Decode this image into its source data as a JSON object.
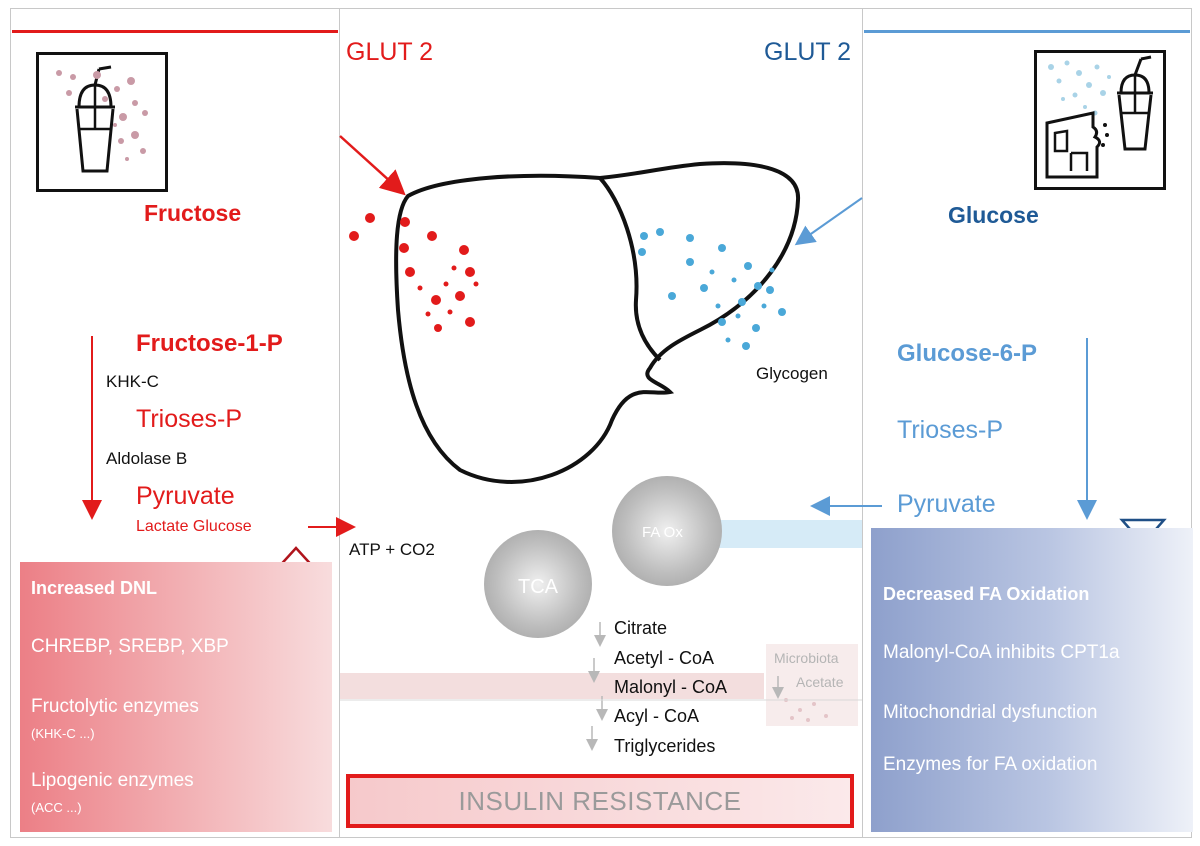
{
  "left": {
    "glut_label": "GLUT 2",
    "sugar": "Fructose",
    "metabolite1": "Fructose-1-P",
    "enzyme1": "KHK-C",
    "metabolite2": "Trioses-P",
    "enzyme2": "Aldolase B",
    "metabolite3": "Pyruvate",
    "metabolite4": "Lactate Glucose",
    "box": {
      "title": "Increased DNL",
      "line1": "CHREBP, SREBP, XBP",
      "line2": "Fructolytic enzymes",
      "line2_note": "(KHK-C ...)",
      "line3": "Lipogenic enzymes",
      "line3_note": "(ACC ...)"
    }
  },
  "right": {
    "glut_label": "GLUT 2",
    "sugar": "Glucose",
    "metabolite1": "Glucose-6-P",
    "metabolite2": "Trioses-P",
    "metabolite3": "Pyruvate",
    "box": {
      "title": "Decreased FA Oxidation",
      "line1": "Malonyl-CoA inhibits CPT1a",
      "line2": "Mitochondrial dysfunction",
      "line3": "Enzymes for FA oxidation"
    }
  },
  "center": {
    "glycogen": "Glycogen",
    "atp": "ATP + CO2",
    "tca": "TCA",
    "fa_ox": "FA Ox",
    "pathway": [
      "Citrate",
      "Acetyl - CoA",
      "Malonyl - CoA",
      "Acyl - CoA",
      "Triglycerides"
    ],
    "microbiota": "Microbiota",
    "acetate": "Acetate",
    "insulin": "INSULIN RESISTANCE"
  },
  "colors": {
    "fructose_red": "#e21b1b",
    "glucose_blue": "#1f5a96",
    "glucose_light_blue": "#5b9bd5"
  }
}
